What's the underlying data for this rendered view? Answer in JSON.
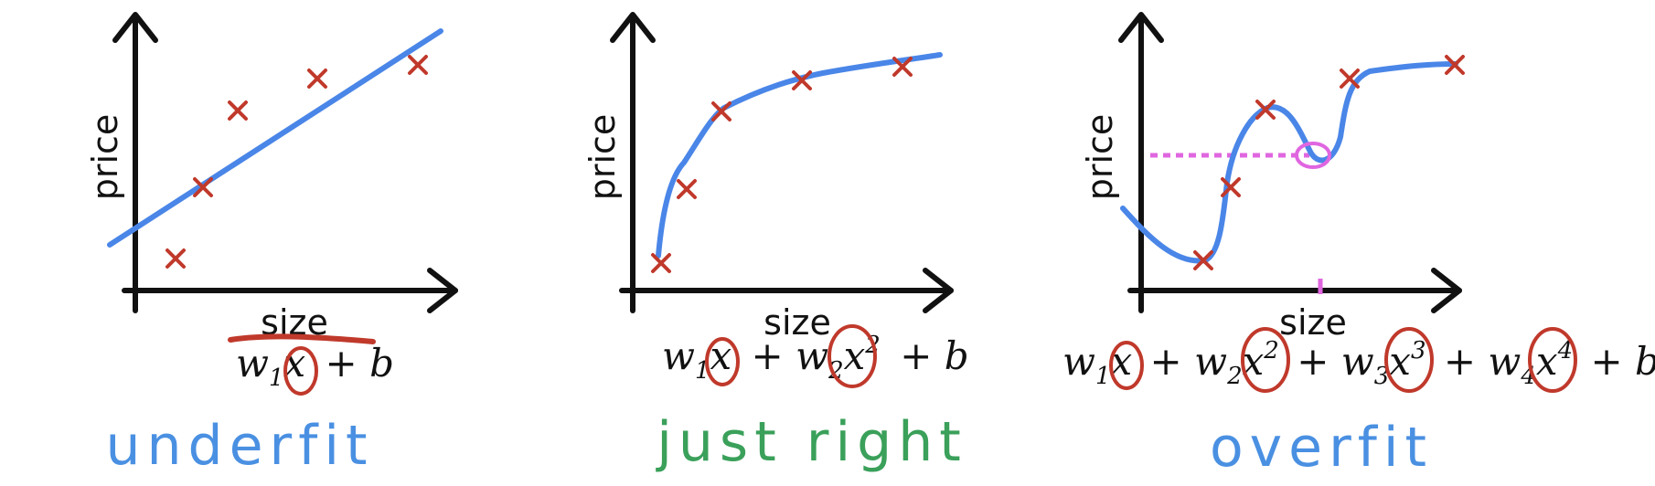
{
  "colors": {
    "axis": "#111111",
    "curve": "#4a86e8",
    "marker": "#c0392b",
    "annotation": "#c0392b",
    "highlight": "#e066e0",
    "underfit": "#4a90e2",
    "just_right": "#3aa05a",
    "overfit": "#4a90e2"
  },
  "panels": [
    {
      "x_label": "size",
      "y_label": "price",
      "formula": {
        "terms": [
          {
            "coef": "w",
            "sub": "1",
            "var": "x",
            "sup": ""
          }
        ],
        "tail": "+ b"
      },
      "verdict": "underfit"
    },
    {
      "x_label": "size",
      "y_label": "price",
      "formula": {
        "terms": [
          {
            "coef": "w",
            "sub": "1",
            "var": "x",
            "sup": ""
          },
          {
            "coef": "w",
            "sub": "2",
            "var": "x",
            "sup": "2"
          }
        ],
        "tail": "+ b"
      },
      "verdict": "just right"
    },
    {
      "x_label": "size",
      "y_label": "price",
      "formula": {
        "terms": [
          {
            "coef": "w",
            "sub": "1",
            "var": "x",
            "sup": ""
          },
          {
            "coef": "w",
            "sub": "2",
            "var": "x",
            "sup": "2"
          },
          {
            "coef": "w",
            "sub": "3",
            "var": "x",
            "sup": "3"
          },
          {
            "coef": "w",
            "sub": "4",
            "var": "x",
            "sup": "4"
          }
        ],
        "tail": "+ b"
      },
      "verdict": "overfit"
    }
  ]
}
